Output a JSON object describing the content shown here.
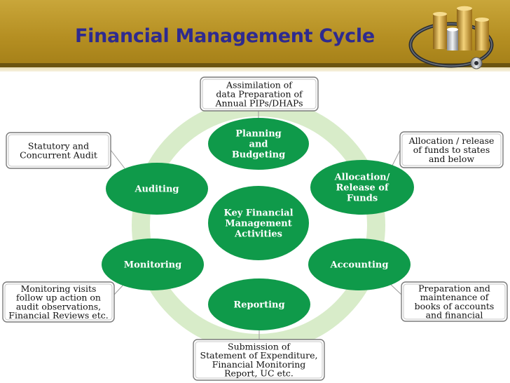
{
  "title": "Financial Management Cycle",
  "colors": {
    "node_fill": "#0f9a4a",
    "ring": "#d8ecc9",
    "title_text": "#2e2a8f",
    "header_gold": "#b58f22"
  },
  "center": {
    "lines": [
      "Key Financial",
      "Management",
      "Activities"
    ]
  },
  "nodes": [
    {
      "id": "planning",
      "lines": [
        "Planning",
        "and",
        "Budgeting"
      ]
    },
    {
      "id": "allocation",
      "lines": [
        "Allocation/",
        "Release of",
        "Funds"
      ]
    },
    {
      "id": "accounting",
      "lines": [
        "Accounting"
      ]
    },
    {
      "id": "reporting",
      "lines": [
        "Reporting"
      ]
    },
    {
      "id": "monitoring",
      "lines": [
        "Monitoring"
      ]
    },
    {
      "id": "auditing",
      "lines": [
        "Auditing"
      ]
    }
  ],
  "annotations": [
    {
      "id": "planning-note",
      "lines": [
        "Assimilation of",
        "data Preparation of",
        "Annual PIPs/DHAPs"
      ]
    },
    {
      "id": "allocation-note",
      "lines": [
        "Allocation / release",
        "of funds to states",
        "and below"
      ]
    },
    {
      "id": "accounting-note",
      "lines": [
        "Preparation and",
        "maintenance of",
        "books of accounts",
        "and financial"
      ]
    },
    {
      "id": "reporting-note",
      "lines": [
        "Submission of",
        "Statement of Expenditure,",
        "Financial Monitoring",
        "Report, UC etc."
      ]
    },
    {
      "id": "monitoring-note",
      "lines": [
        "Monitoring visits",
        "follow up action on",
        "audit observations,",
        "Financial Reviews etc."
      ]
    },
    {
      "id": "auditing-note",
      "lines": [
        "Statutory and",
        "Concurrent Audit"
      ]
    }
  ],
  "decoration": {
    "art_icon": "coins-stethoscope-icon"
  }
}
